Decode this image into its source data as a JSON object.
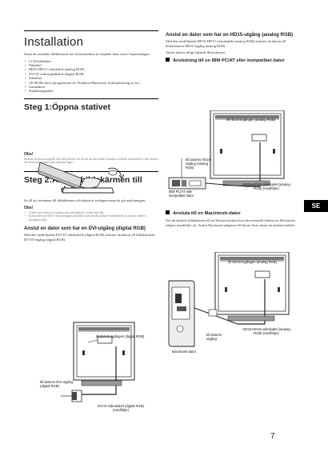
{
  "installation": {
    "title": "Installation",
    "intro": "Innan du använder bildskärmen bör du kontrollera att följande finns med i förpackningen:",
    "items": [
      "LCD-bildskärm",
      "Nätkabel",
      "HD15-HD15-videokabel (analog RGB)",
      "DVI-D-videosignalkabel (digital RGB)",
      "Kabelhus",
      "CD-ROM-skiva (programvara för Windows/Macintosh, bruksanvisning, m.m.)",
      "Garantikort",
      "Snabbstartguiden"
    ]
  },
  "step1": {
    "title": "Steg 1:Öppna stativet",
    "note_title": "Obs!",
    "note": "Stativet levereras hopfällt från tillverkaren. Se till att du inte ställer skärmen vertikalt med stativet i det skicket det levereras. Annars kan skärmen tippa."
  },
  "step2": {
    "title_line1": "Steg 2:Anslut bildskärmen till",
    "title_line2": "datorn",
    "intro": "Se till att strömmen till bildskärmen och datorn är avslagen innan du gör anslutningen.",
    "note_title": "Obs!",
    "notes": [
      "Vidrör inte stiften i kontakten på videokabeln; stiften böjs lätt.",
      "Kontrollera att HD15-anslutningens kontakter rätt när du ansluter videokabeln så att inte stiften i kontakten böjs."
    ]
  },
  "dvi": {
    "title": "Anslut en dator som har en DVI-utgång (digital RGB)",
    "text": "Med den medföljande DVI-D-videokabeln (digital RGB) ansluter du datorn till bildskärmens DVI-D-ingång (digital RGB).",
    "label_input": "till DVI-D-ingången (digital RGB)",
    "label_output": "till datorns DVI-utgång (digital RGB)",
    "label_cable": "DVI-D-videokabel (digital RGB) (medföljer)"
  },
  "hd15": {
    "title": "Anslut en dator som har en HD15-utgång (analog RGB)",
    "text": "Med den medföljande HD15-HD15-videokabeln (analog RGB) ansluter du datorn till bildskärmens HD15-ingång (analog RGB).",
    "text2": "Anslut datorn enligt följande illustrationer.",
    "ibm_title": "Anslutning till en IBM PC/AT eller kompatibel dator",
    "label_input": "till HD15-ingången (analog RGB)",
    "label_output": "till datorns HD15-utgång (analog RGB)",
    "label_pc": "IBM PC/AT eller kompatibel dator",
    "label_cable": "HD15-HD15-videokabel (analog RGB) (medföljer)",
    "mac_title": "Ansluta till en Macintosh-dator",
    "mac_text": "Om du ansluter bildskärmen till en Macintosh-dator kan du eventuellt behöva en Macintosh-adapter (medföljer ej). Anslut Macintosh-adaptern till datorn först, innan du ansluter kabeln.",
    "mac_label_input": "till HD15-ingången (analog RGB)",
    "mac_label_output": "till datorns utgång",
    "mac_label_pc": "Macintosh-dator",
    "mac_label_cable": "HD15-HD15-videokabel (analog RGB) (medföljer)"
  },
  "side_tab": "SE",
  "page_number": "7"
}
